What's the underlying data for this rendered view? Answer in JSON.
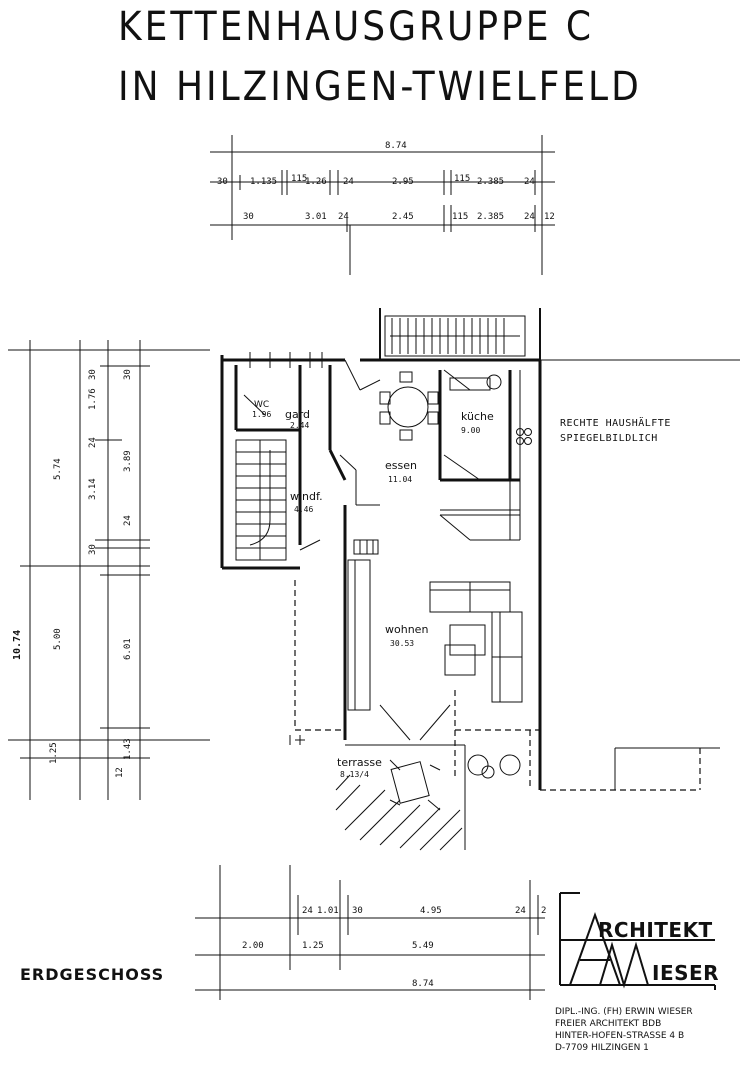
{
  "title": {
    "line1": "KETTENHAUSGRUPPE C",
    "line2": "IN HILZINGEN-TWIELFELD"
  },
  "floor_label": "ERDGESCHOSS",
  "note": {
    "line1": "RECHTE HAUSHÄLFTE",
    "line2": "SPIEGELBILDLICH"
  },
  "rooms": {
    "wc": {
      "name": "WC",
      "area": "1.96"
    },
    "gard": {
      "name": "gard",
      "area": "2.44"
    },
    "kueche": {
      "name": "küche",
      "area": "9.00"
    },
    "essen": {
      "name": "essen",
      "area": "11.04"
    },
    "windf": {
      "name": "windf.",
      "area": "4.46"
    },
    "wohnen": {
      "name": "wohnen",
      "area": "30.53"
    },
    "terrasse": {
      "name": "terrasse",
      "area": "8.13/4"
    }
  },
  "dims_top": {
    "overall": "8.74",
    "row1": [
      "30",
      "1.135",
      "115",
      "1.26",
      "24",
      "2.95",
      "115",
      "2.385",
      "24"
    ],
    "row2": [
      "30",
      "3.01",
      "24",
      "2.45",
      "115",
      "2.385",
      "24",
      "12"
    ]
  },
  "dims_left": {
    "overall": "10.74",
    "col1": [
      "5.74",
      "5.00",
      "1.25"
    ],
    "col2": [
      "1.76",
      "3.14",
      "30"
    ],
    "col2_marks": [
      "30",
      "24"
    ],
    "col3": [
      "30",
      "3.89",
      "24",
      "6.01",
      "12",
      "1.43"
    ]
  },
  "dims_bottom": {
    "row1": [
      "24",
      "1.01",
      "30",
      "4.95",
      "24",
      "2"
    ],
    "row2": [
      "2.00",
      "1.25",
      "5.49"
    ],
    "overall": "8.74"
  },
  "logo": {
    "line1": "RCHITEKT",
    "line2": "IESER",
    "mark": "AW"
  },
  "address": [
    "DIPL.-ING. (FH) ERWIN WIESER",
    "FREIER ARCHITEKT BDB",
    "HINTER-HOFEN-STRASSE 4 B",
    "D-7709 HILZINGEN 1"
  ]
}
